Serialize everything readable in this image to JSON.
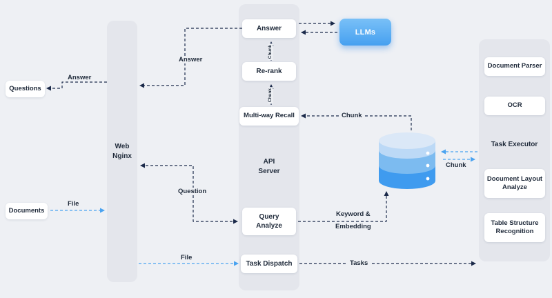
{
  "colors": {
    "background": "#eef0f4",
    "column": "#e4e6ec",
    "node_bg": "#ffffff",
    "text": "#1f2a3a",
    "arrow_dark": "#1b2a4a",
    "arrow_blue": "#4aa3f0",
    "llms_top": "#79c0f7",
    "llms_bottom": "#46a0f0",
    "db_top": "#dbe8f7",
    "db_band1": "#bcd9f6",
    "db_band2": "#7cbbf0",
    "db_band3": "#3f9bef"
  },
  "nodes": {
    "questions": "Questions",
    "documents": "Documents",
    "web_nginx_line1": "Web",
    "web_nginx_line2": "Nginx",
    "api_server_line1": "API",
    "api_server_line2": "Server",
    "answer": "Answer",
    "rerank": "Re-rank",
    "multiway_recall": "Multi-way Recall",
    "query_analyze_line1": "Query",
    "query_analyze_line2": "Analyze",
    "task_dispatch": "Task Dispatch",
    "llms": "LLMs",
    "task_executor": "Task Executor",
    "document_parser": "Document Parser",
    "ocr": "OCR",
    "document_layout_line1": "Document Layout",
    "document_layout_line2": "Analyze",
    "table_structure_line1": "Table Structure",
    "table_structure_line2": "Recognition"
  },
  "edge_labels": {
    "answer_to_questions": "Answer",
    "answer_to_nginx": "Answer",
    "question": "Question",
    "file_in": "File",
    "file_dispatch": "File",
    "chunk_recall": "Chunk",
    "chunk_up_1": "Chunk",
    "chunk_up_2": "Chunk",
    "keyword_line1": "Keyword &",
    "keyword_line2": "Embedding",
    "tasks": "Tasks",
    "chunk_store": "Chunk"
  }
}
